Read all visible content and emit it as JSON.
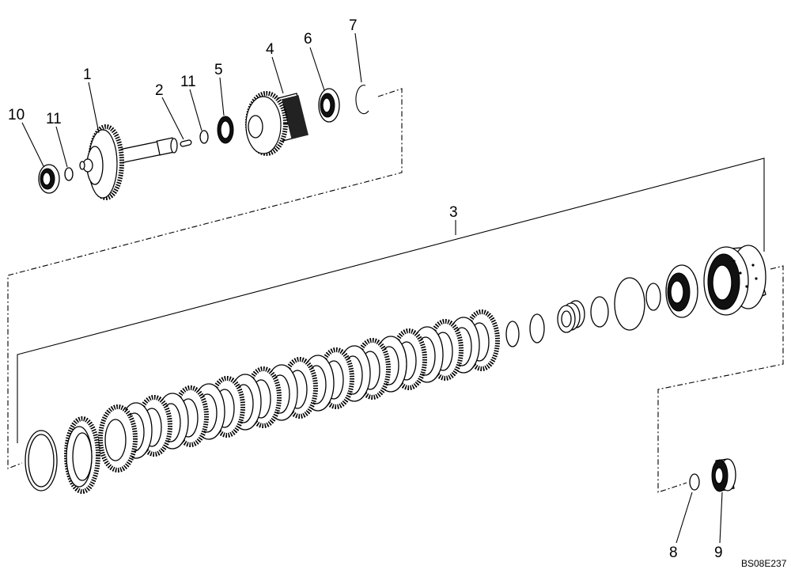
{
  "callouts": {
    "c1": "1",
    "c2": "2",
    "c3": "3",
    "c4": "4",
    "c5": "5",
    "c6": "6",
    "c7": "7",
    "c8": "8",
    "c9": "9",
    "c10": "10",
    "c11a": "11",
    "c11b": "11"
  },
  "reference_code": "BS08E237"
}
